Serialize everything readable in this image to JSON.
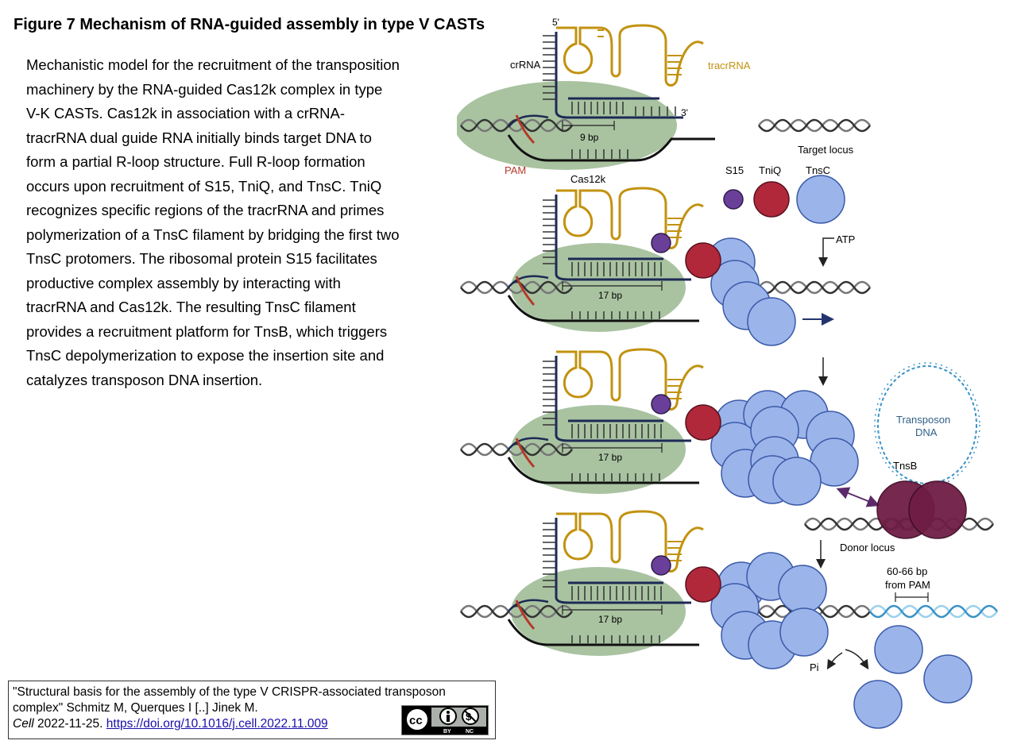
{
  "figure": {
    "title": "Figure 7 Mechanism of RNA-guided assembly in type V CASTs",
    "caption": "Mechanistic model for the recruitment of the transposition machinery by the RNA-guided Cas12k complex in type V-K CASTs. Cas12k in association with a crRNA-tracrRNA dual guide RNA initially binds target DNA to form a partial R-loop structure. Full R-loop formation occurs upon recruitment of S15, TniQ, and TnsC. TniQ recognizes specific regions of the tracrRNA and primes polymerization of a TnsC filament by bridging the first two TnsC protomers. The ribosomal protein S15 facilitates productive complex assembly by interacting with tracrRNA and Cas12k. The resulting TnsC filament provides a recruitment platform for TnsB, which triggers TnsC depolymerization to expose the insertion site and catalyzes transposon DNA insertion.",
    "labels": {
      "five_prime": "5'",
      "three_prime": "3'",
      "crrna": "crRNA",
      "tracrrna": "tracrRNA",
      "bp9": "9 bp",
      "target_locus": "Target locus",
      "pam": "PAM",
      "cas12k": "Cas12k",
      "s15": "S15",
      "tniq": "TniQ",
      "tnsc": "TnsC",
      "atp": "ATP",
      "bp17": "17 bp",
      "transposon_l1": "Transposon",
      "transposon_l2": "DNA",
      "tnsb": "TnsB",
      "donor_locus": "Donor locus",
      "dist_l1": "60-66 bp",
      "dist_l2": "from PAM",
      "pi": "Pi"
    },
    "colors": {
      "cas12k": "#a9c3a1",
      "tnsc": "#9bb4ea",
      "tniq": "#b0283a",
      "s15": "#6a3f9a",
      "tnsb": "#6f1d45",
      "tracrrna": "#c2920f",
      "crrna": "#1d2a55",
      "pam": "#b53a2a",
      "transposon_dna": "#3a93c6"
    }
  },
  "citation": {
    "line1": "\"Structural basis for the assembly of the type V CRISPR-associated transposon",
    "line2": "complex\" Schmitz M, Querques I [..] Jinek M.",
    "journal": "Cell",
    "date": " 2022-11-25. ",
    "doi": "https://doi.org/10.1016/j.cell.2022.11.009",
    "license": {
      "by": "BY",
      "nc": "NC"
    }
  }
}
